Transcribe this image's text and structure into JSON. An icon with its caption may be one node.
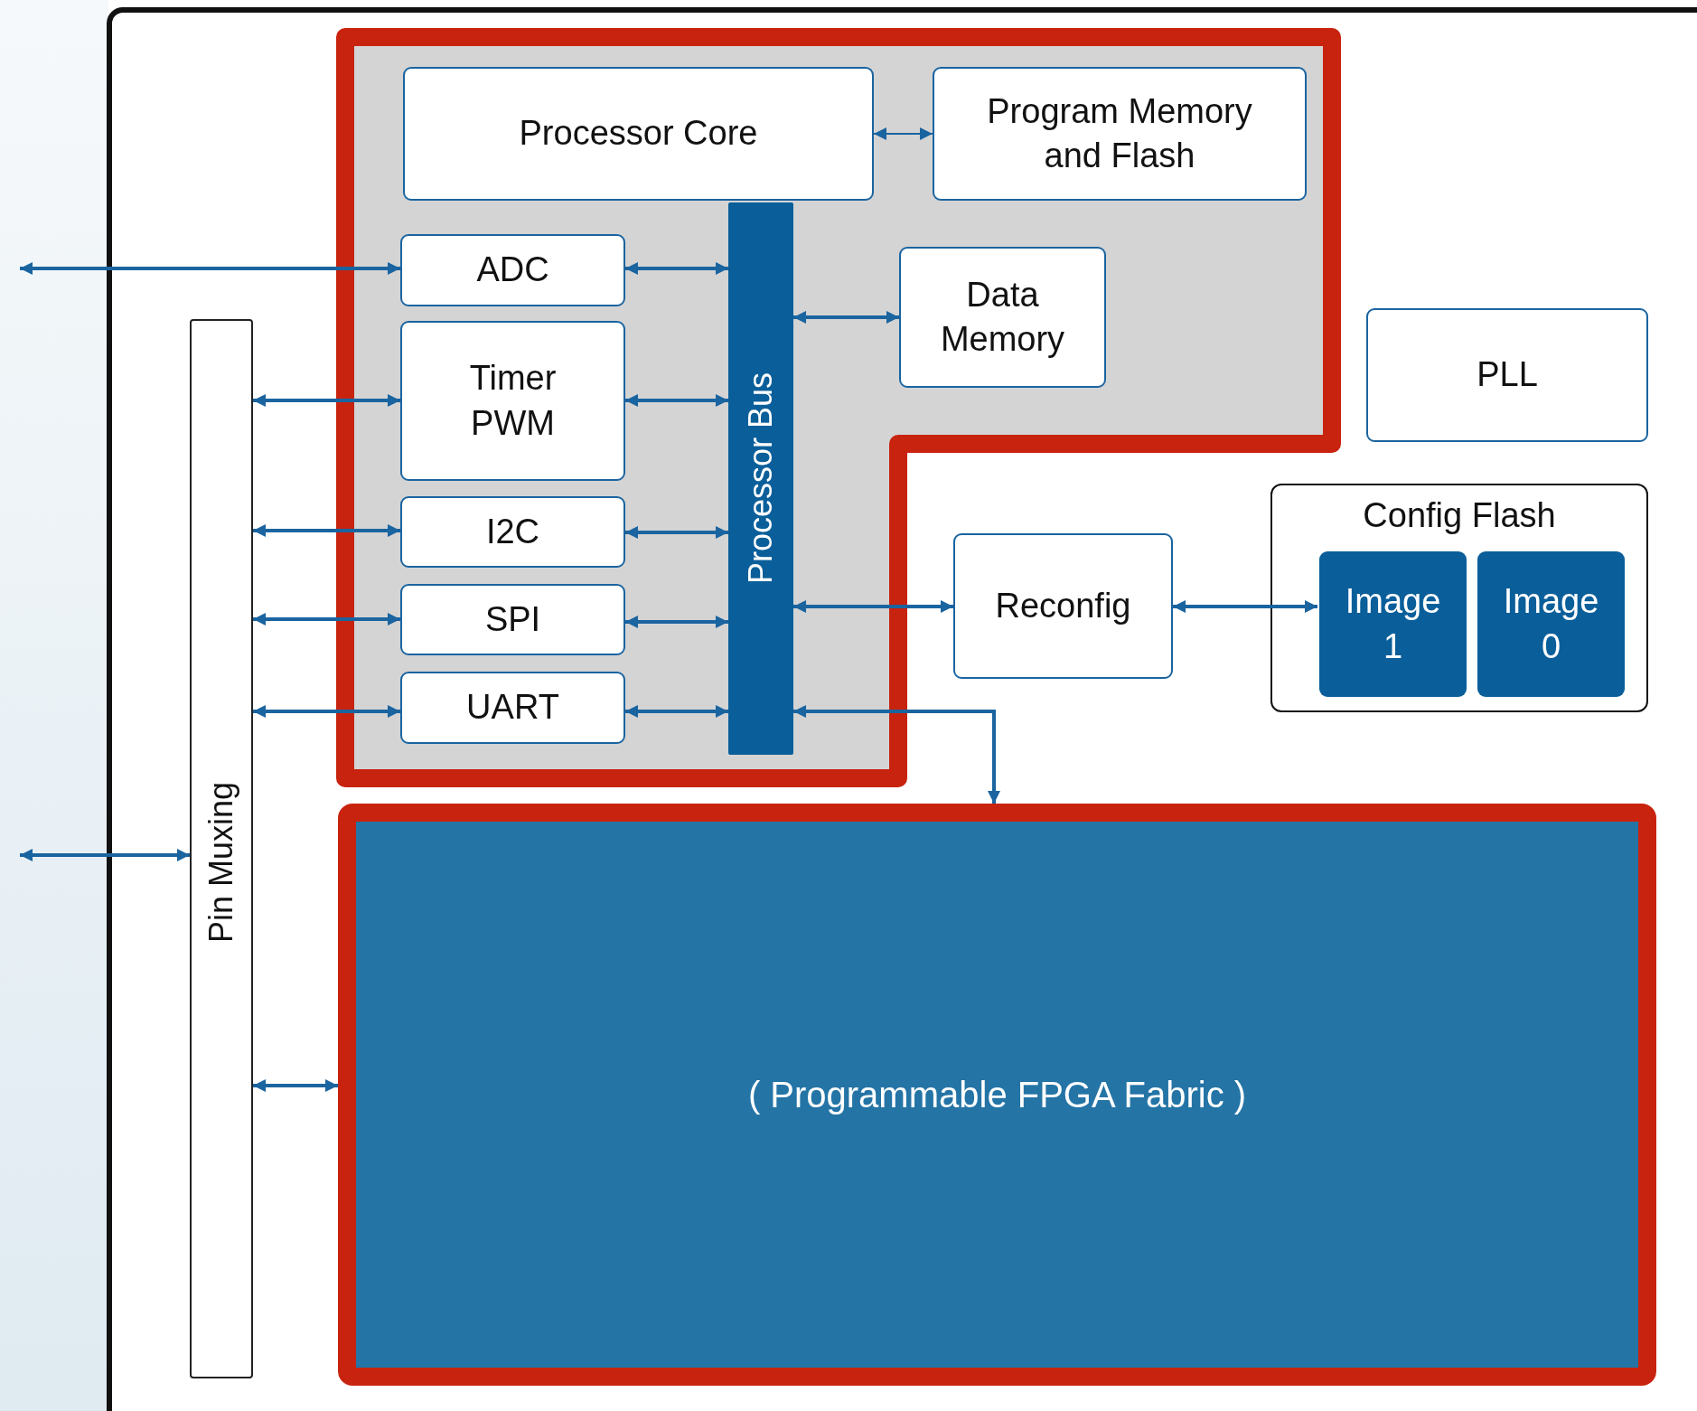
{
  "diagram": {
    "nodes": [
      {
        "text": [],
        "shape": "box"
      },
      {
        "text": [
          "Processor Core"
        ],
        "in": 0
      },
      {
        "text": [
          "Program Memory and Flash"
        ],
        "in": 0
      },
      {
        "text": [
          "ADC"
        ],
        "in": 0
      },
      {
        "text": [
          "Timer PWM"
        ],
        "in": 0
      },
      {
        "text": [
          "I2C"
        ],
        "in": 0
      },
      {
        "text": [
          "SPI"
        ],
        "in": 0
      },
      {
        "text": [
          "UART"
        ],
        "in": 0
      },
      {
        "text": [
          "Processor Bus"
        ],
        "in": 0
      },
      {
        "text": [
          "Data Memory"
        ],
        "in": 0
      },
      {
        "text": [
          "PLL"
        ]
      },
      {
        "text": [
          "Config Flash"
        ]
      },
      {
        "text": [
          "Image 1"
        ],
        "in": 11
      },
      {
        "text": [
          "Image 0"
        ],
        "in": 11
      },
      {
        "text": [
          "Reconfig"
        ]
      },
      {
        "text": [
          "Pin Muxing"
        ]
      },
      {
        "text": [
          "( Programmable FPGA Fabric )"
        ]
      }
    ],
    "edges": [
      {
        "from": 1,
        "to": 2,
        "arrow": "both"
      },
      {
        "from": null,
        "to": 3,
        "arrow": "both"
      },
      {
        "from": 3,
        "to": 8,
        "arrow": "both"
      },
      {
        "from": 15,
        "to": 4,
        "arrow": "both"
      },
      {
        "from": 4,
        "to": 8,
        "arrow": "both"
      },
      {
        "from": 15,
        "to": 5,
        "arrow": "both"
      },
      {
        "from": 5,
        "to": 8,
        "arrow": "both"
      },
      {
        "from": 15,
        "to": 6,
        "arrow": "both"
      },
      {
        "from": 6,
        "to": 8,
        "arrow": "both"
      },
      {
        "from": 15,
        "to": 7,
        "arrow": "both"
      },
      {
        "from": 7,
        "to": 8,
        "arrow": "both"
      },
      {
        "from": 8,
        "to": 9,
        "arrow": "both"
      },
      {
        "from": 8,
        "to": 14,
        "arrow": "both"
      },
      {
        "from": 14,
        "to": 12,
        "arrow": "both"
      },
      {
        "from": 8,
        "to": 16,
        "arrow": "both"
      },
      {
        "from": null,
        "to": 15,
        "arrow": "both"
      },
      {
        "from": 15,
        "to": 16,
        "arrow": "both"
      }
    ]
  }
}
